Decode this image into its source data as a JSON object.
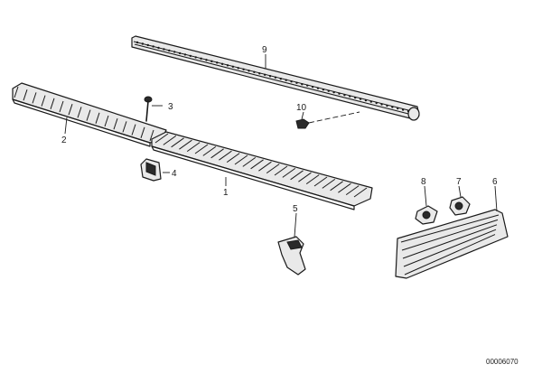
{
  "callouts": {
    "p1": "1",
    "p2": "2",
    "p3": "3",
    "p4": "4",
    "p5": "5",
    "p6": "6",
    "p7": "7",
    "p8": "8",
    "p9": "9",
    "p10": "10"
  },
  "diagram_code": "00006070"
}
